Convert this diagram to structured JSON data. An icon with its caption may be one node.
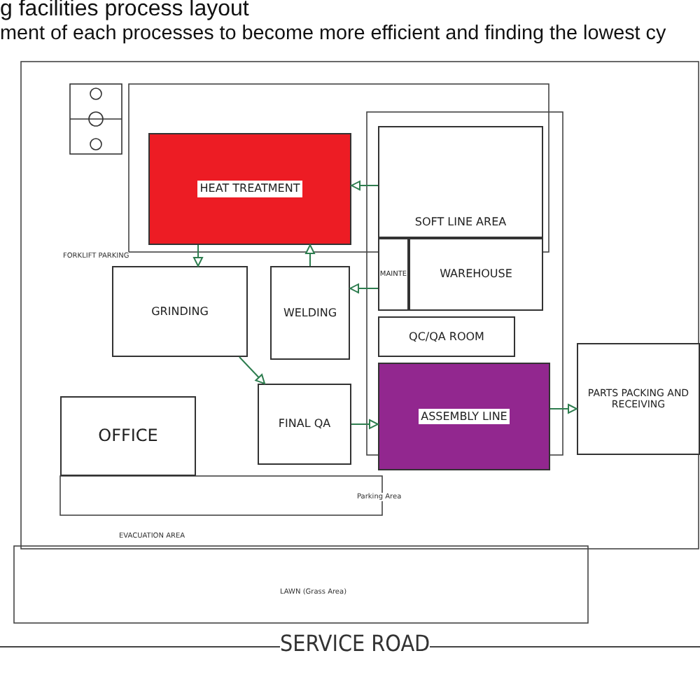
{
  "diagram": {
    "title": "g facilities process layout",
    "caption": "ment of each processes to become more efficient and finding the lowest cy",
    "nodes": [
      {
        "text": [
          "HEAT TREATMENT"
        ]
      },
      {
        "text": [
          "SOFT LINE AREA"
        ]
      },
      {
        "text": [
          "MAINTE"
        ]
      },
      {
        "text": [
          "WAREHOUSE"
        ]
      },
      {
        "text": [
          "GRINDING"
        ]
      },
      {
        "text": [
          "WELDING"
        ]
      },
      {
        "text": [
          "QC/QA ROOM"
        ]
      },
      {
        "text": [
          "FINAL QA"
        ]
      },
      {
        "text": [
          "OFFICE"
        ]
      },
      {
        "text": [
          "ASSEMBLY LINE"
        ]
      },
      {
        "text": [
          "PARTS PACKING AND RECEIVING"
        ]
      }
    ],
    "edges": [
      {
        "from": 1,
        "to": 0,
        "arrow": "to"
      },
      {
        "from": 0,
        "to": 4,
        "arrow": "to"
      },
      {
        "from": 5,
        "to": 0,
        "arrow": "to"
      },
      {
        "from": 2,
        "to": 5,
        "arrow": "to"
      },
      {
        "from": 4,
        "to": 7,
        "arrow": "to"
      },
      {
        "from": 7,
        "to": 9,
        "arrow": "to"
      },
      {
        "from": 9,
        "to": 10,
        "arrow": "to"
      }
    ],
    "labels": [
      "FORKLIFT PARKING",
      "Parking Area",
      "EVACUATION AREA",
      "LAWN (Grass Area)",
      "SERVICE ROAD"
    ]
  }
}
